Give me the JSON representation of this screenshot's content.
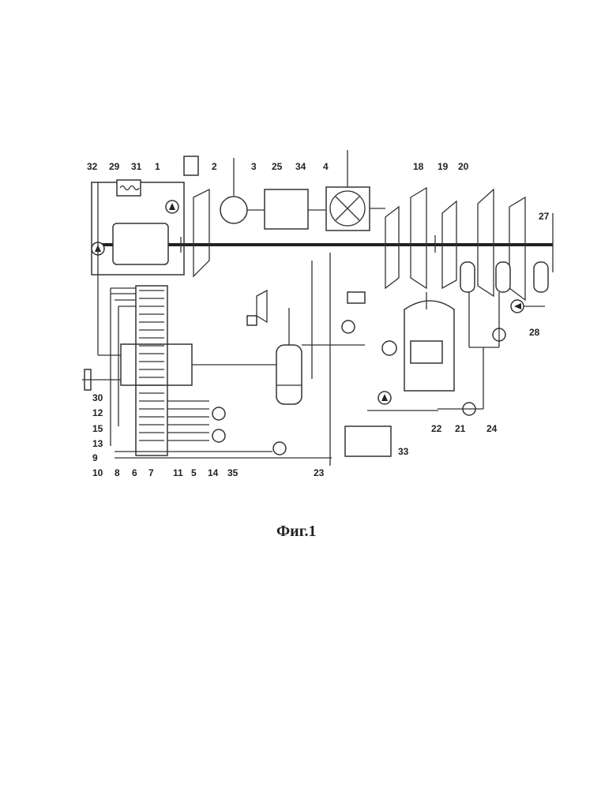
{
  "figure": {
    "caption": "Фиг.1",
    "labels": {
      "n1": "1",
      "n2": "2",
      "n3": "3",
      "n4": "4",
      "n5": "5",
      "n6": "6",
      "n7": "7",
      "n8": "8",
      "n9": "9",
      "n10": "10",
      "n11": "11",
      "n12": "12",
      "n13": "13",
      "n14": "14",
      "n15": "15",
      "n18": "18",
      "n19": "19",
      "n20": "20",
      "n21": "21",
      "n22": "22",
      "n23": "23",
      "n24": "24",
      "n25": "25",
      "n27": "27",
      "n28": "28",
      "n29": "29",
      "n30": "30",
      "n31": "31",
      "n32": "32",
      "n33": "33",
      "n34": "34",
      "n35": "35"
    }
  }
}
